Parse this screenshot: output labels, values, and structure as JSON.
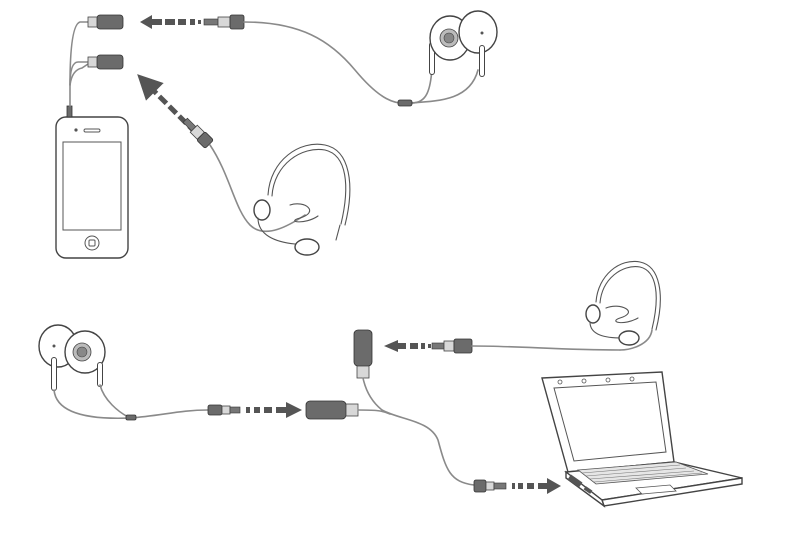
{
  "scene": {
    "description_items": [
      "smartphone",
      "earphones",
      "headset",
      "laptop",
      "y-splitter"
    ],
    "colors": {
      "line": "#444444",
      "cable": "#8a8a8a",
      "arrow": "#555555",
      "plug_dark": "#6b6b6b",
      "background": "#ffffff"
    },
    "icons": [
      "smartphone-icon",
      "earbud-icon",
      "headset-icon",
      "laptop-icon",
      "audio-plug-icon",
      "audio-jack-icon",
      "arrow-left-icon",
      "arrow-right-icon"
    ]
  }
}
